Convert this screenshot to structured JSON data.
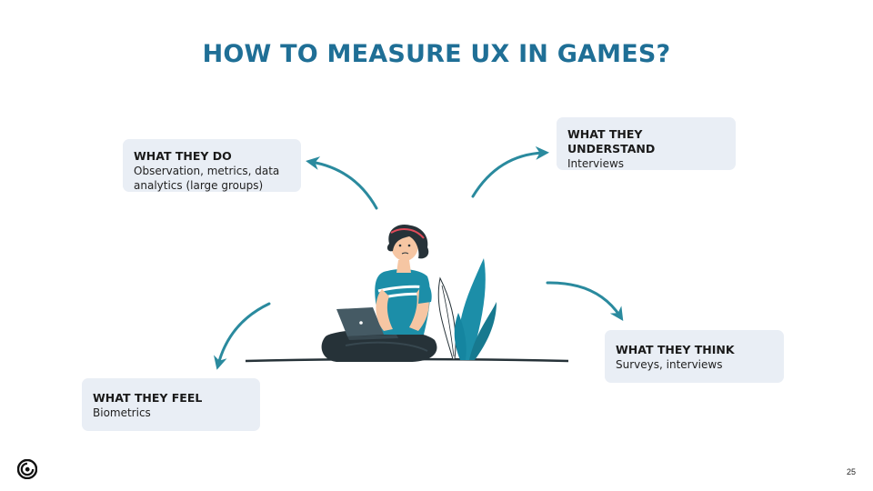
{
  "slide": {
    "title": "HOW TO MEASURE UX IN GAMES?",
    "page_number": "25"
  },
  "boxes": {
    "do": {
      "heading": "WHAT THEY DO",
      "text": "Observation, metrics, data analytics (large groups)"
    },
    "understand": {
      "heading": "WHAT THEY UNDERSTAND",
      "text": "Interviews"
    },
    "think": {
      "heading": "WHAT THEY THINK",
      "text": "Surveys, interviews"
    },
    "feel": {
      "heading": "WHAT THEY FEEL",
      "text": "Biometrics"
    }
  },
  "colors": {
    "title": "#1f6f96",
    "arrow": "#2a8a9e",
    "box_background": "#e9eef5",
    "shirt": "#1c8ea8"
  },
  "icons": {
    "logo": "ubisoft-swirl-logo",
    "arrows": "curved-arrow-icon",
    "illustration": "person-with-laptop-illustration"
  }
}
